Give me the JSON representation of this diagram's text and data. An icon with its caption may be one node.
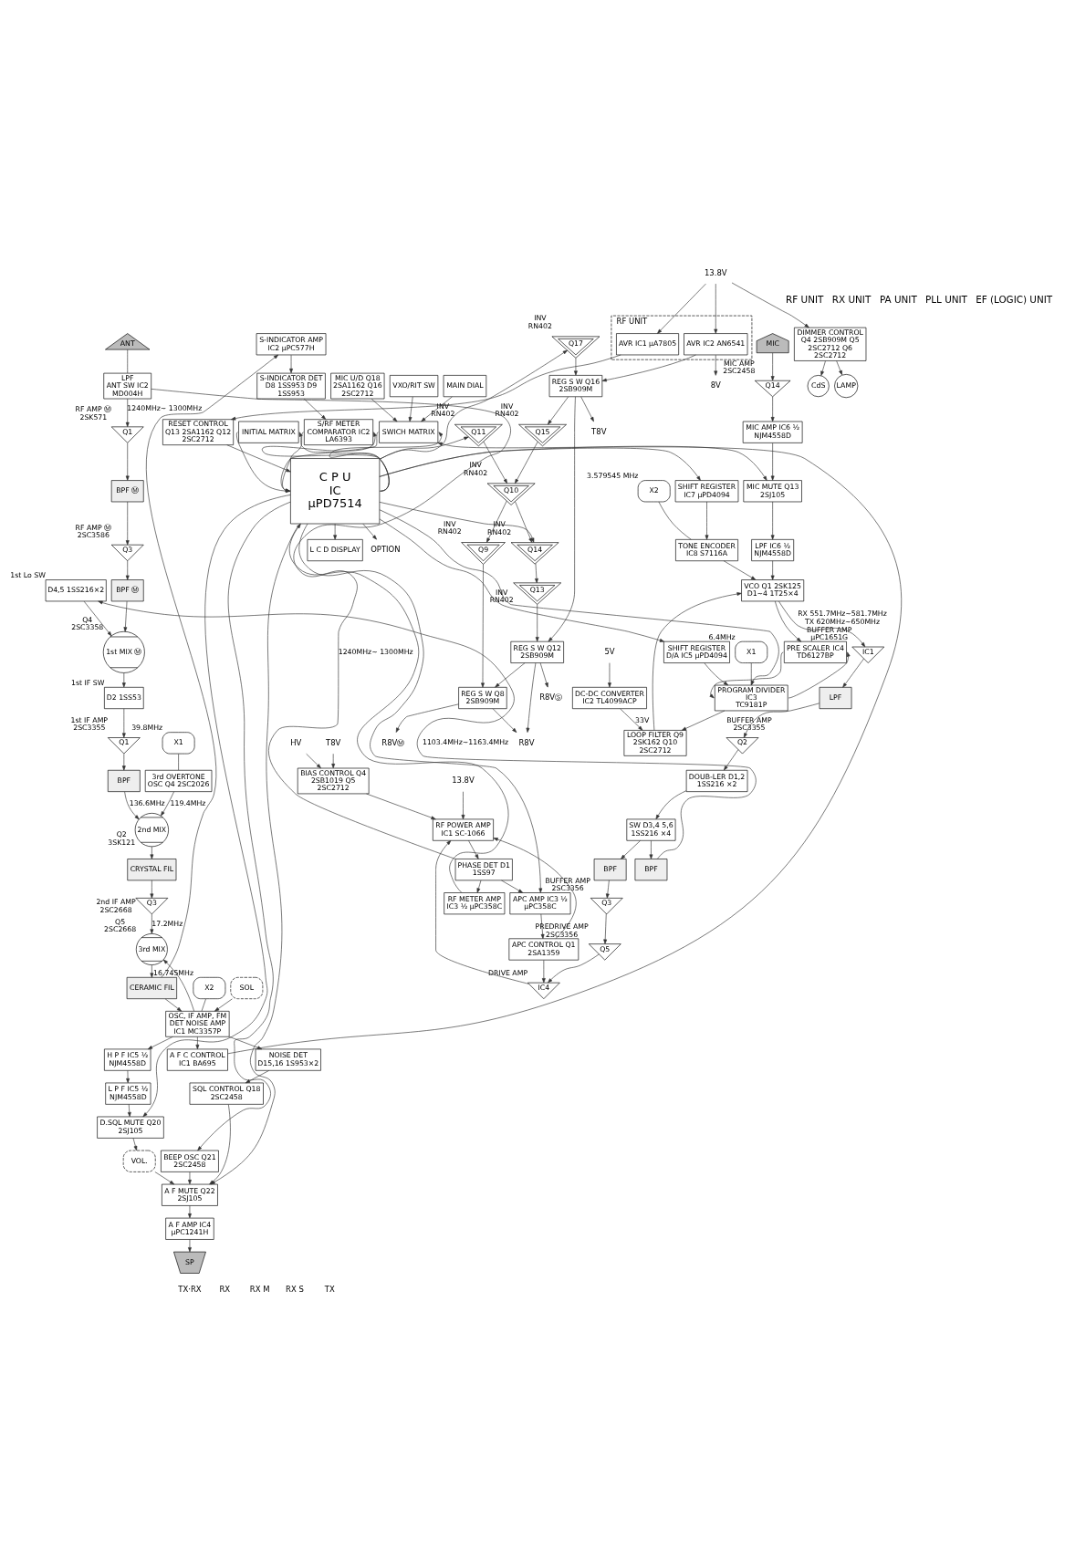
{
  "diagram": {
    "nodes": [
      {
        "text": [
          "ANT"
        ]
      },
      {
        "text": [
          "LPF",
          "ANT SW IC2 MD004H"
        ]
      },
      {
        "text": [
          "Q1"
        ],
        "beside": [
          "RF AMP Ⓜ",
          "2SK571"
        ]
      },
      {
        "text": [
          "BPF Ⓜ"
        ]
      },
      {
        "text": [
          "Q3"
        ],
        "beside": [
          "RF AMP Ⓜ",
          "2SC3586"
        ]
      },
      {
        "text": [
          "BPF Ⓜ"
        ]
      },
      {
        "text": [
          "1st MIX Ⓜ"
        ],
        "beside": [
          "Q4",
          "2SC3358"
        ]
      },
      {
        "text": [
          "D4,5 1SS216×2"
        ],
        "beside": [
          "1st Lo SW"
        ]
      },
      {
        "text": [
          "D2 1SS53"
        ],
        "beside": [
          "1st IF SW"
        ]
      },
      {
        "text": [
          "Q1"
        ],
        "beside": [
          "1st IF AMP",
          "2SC3355"
        ]
      },
      {
        "text": [
          "BPF"
        ]
      },
      {
        "text": [
          "2nd MIX"
        ],
        "beside": [
          "Q2",
          "3SK121"
        ]
      },
      {
        "text": [
          "3rd OVERTONE OSC Q4 2SC2026"
        ]
      },
      {
        "text": [
          "X1"
        ],
        "beside": [
          "39.8MHz"
        ]
      },
      {
        "text": [
          "CRYSTAL FIL"
        ]
      },
      {
        "text": [
          "Q3"
        ],
        "beside": [
          "2nd IF AMP",
          "2SC2668"
        ]
      },
      {
        "text": [
          "3rd MIX"
        ],
        "beside": [
          "Q5",
          "2SC2668"
        ]
      },
      {
        "text": [
          "CERAMIC FIL"
        ]
      },
      {
        "text": [
          "OSC, IF AMP, FM DET NOISE AMP IC1 MC3357P"
        ]
      },
      {
        "text": [
          "X2"
        ],
        "beside": [
          "16.745MHz"
        ]
      },
      {
        "text": [
          "S-INDICATOR AMP IC2 μPC577H"
        ]
      },
      {
        "text": [
          "S-INDICATOR DET D8 1SS953 D9 1SS953"
        ]
      },
      {
        "text": [
          "H P F IC5 ½ NJM4558D"
        ]
      },
      {
        "text": [
          "L P F IC5 ½ NJM4558D"
        ]
      },
      {
        "text": [
          "D.SQL MUTE Q20 2SJ105"
        ]
      },
      {
        "text": [
          "VOL."
        ]
      },
      {
        "text": [
          "A F MUTE Q22 2SJ105"
        ]
      },
      {
        "text": [
          "A F AMP IC4 μPC1241H"
        ]
      },
      {
        "text": [
          "SP"
        ]
      },
      {
        "text": [
          "SOL"
        ]
      },
      {
        "text": [
          "NOISE DET D15,16 1S953×2"
        ]
      },
      {
        "text": [
          "SQL CONTROL Q18 2SC2458"
        ]
      },
      {
        "text": [
          "BEEP OSC Q21 2SC2458"
        ]
      },
      {
        "text": [
          "HV"
        ]
      },
      {
        "text": [
          "T8V"
        ]
      },
      {
        "text": [
          "BIAS CONTROL Q4 2SB1019 Q5 2SC2712"
        ]
      },
      {
        "text": [
          "PHASE DET D1 1SS97"
        ]
      },
      {
        "text": [
          "RF POWER AMP IC1 SC-1066"
        ]
      },
      {
        "text": [
          "13.8V"
        ]
      },
      {
        "text": [
          "APC CONTROL Q1 2SA1359"
        ]
      },
      {
        "text": [
          "APC AMP IC3 ½ μPC358C"
        ]
      },
      {
        "text": [
          "RF METER AMP IC3 ½ μPC358C"
        ]
      },
      {
        "text": [
          "IC4"
        ],
        "beside": [
          "DRIVE AMP"
        ]
      },
      {
        "text": [
          "Q5"
        ],
        "beside": [
          "PREDRIVE AMP",
          "2SC3356"
        ]
      },
      {
        "text": [
          "Q3"
        ],
        "beside": [
          "BUFFER AMP",
          "2SC3356"
        ]
      },
      {
        "text": [
          "BPF"
        ]
      },
      {
        "text": [
          "BPF"
        ]
      },
      {
        "text": [
          "SW D3,4 5,6 1SS216 ×4"
        ]
      },
      {
        "text": [
          "DOUB-LER D1,2 1SS216 ×2"
        ]
      },
      {
        "text": [
          "Q2"
        ],
        "beside": [
          "BUFFER AMP",
          "2SC3355"
        ]
      },
      {
        "text": [
          "LPF"
        ]
      },
      {
        "text": [
          "IC1"
        ],
        "beside": [
          "BUFFER AMP",
          "μPC1651G"
        ]
      },
      {
        "text": [
          "MIC"
        ]
      },
      {
        "text": [
          "Q14"
        ],
        "beside": [
          "MIC AMP",
          "2SC2458"
        ]
      },
      {
        "text": [
          "MIC AMP IC6 ½ NJM4558D"
        ]
      },
      {
        "text": [
          "MIC MUTE Q13 2SJ105"
        ]
      },
      {
        "text": [
          "LPF IC6 ½ NJM4558D"
        ]
      },
      {
        "text": [
          "VCO Q1 2SK125 D1~4 1T25×4"
        ]
      },
      {
        "text": [
          "LOOP FILTER Q9 2SK162 Q10 2SC2712"
        ]
      },
      {
        "text": [
          "TONE ENCODER IC8 S7116A"
        ]
      },
      {
        "text": [
          "X2"
        ],
        "beside": [
          "3.579545 MHz"
        ]
      },
      {
        "text": [
          "SHIFT REGISTER IC7 μPD4094"
        ]
      },
      {
        "text": [
          "DC-DC CONVERTER IC2 TL4099ACP"
        ]
      },
      {
        "text": [
          "5V"
        ]
      },
      {
        "text": [
          "PRE SCALER IC4 TD6127BP"
        ]
      },
      {
        "text": [
          "PROGRAM DIVIDER",
          "IC3",
          "TC9181P"
        ]
      },
      {
        "text": [
          "X1"
        ],
        "beside": [
          "6.4MHz"
        ]
      },
      {
        "text": [
          "SHIFT REGISTER D/A IC5 μPD4094"
        ]
      },
      {
        "text": [
          "S/RF METER COMPARATOR IC2 LA6393"
        ]
      },
      {
        "text": [
          "C P U",
          "IC",
          "μPD7514"
        ]
      },
      {
        "text": [
          "OPTION"
        ]
      },
      {
        "text": [
          "RESET CONTROL Q13 2SA1162 Q12 2SC2712"
        ]
      },
      {
        "text": [
          "L C D DISPLAY"
        ]
      },
      {
        "text": [
          "MAIN DIAL"
        ]
      },
      {
        "text": [
          "A F C CONTROL IC1 BA695"
        ]
      },
      {
        "text": [
          "DIMMER CONTROL Q4 2SB909M Q5 2SC2712 Q6 2SC2712"
        ]
      },
      {
        "text": [
          "LAMP"
        ]
      },
      {
        "text": [
          "CdS"
        ]
      },
      {
        "text": [
          "SWICH MATRIX"
        ]
      },
      {
        "text": [
          "INITIAL MATRIX"
        ]
      },
      {
        "text": [
          "MIC U/D Q18 2SA1162 Q16 2SC2712"
        ]
      },
      {
        "text": [
          "VXO/RIT SW"
        ]
      },
      {
        "text": [
          "REG S W Q8 2SB909M"
        ]
      },
      {
        "text": [
          "REG S W Q12 2SB909M"
        ]
      },
      {
        "text": [
          "REG S W Q16 2SB909M"
        ]
      },
      {
        "text": [
          "R8V"
        ]
      },
      {
        "text": [
          "R8VⓂ"
        ]
      },
      {
        "text": [
          "R8VⓈ"
        ]
      },
      {
        "text": [
          "T8V"
        ]
      },
      {
        "text": [
          "8V"
        ]
      },
      {
        "text": [
          "Q15"
        ],
        "beside": [
          "INV",
          "RN402"
        ]
      },
      {
        "text": [
          "Q9"
        ],
        "beside": [
          "INV",
          "RN402"
        ]
      },
      {
        "text": [
          "Q10"
        ],
        "beside": [
          "INV",
          "RN402"
        ]
      },
      {
        "text": [
          "Q11"
        ],
        "beside": [
          "INV",
          "RN402"
        ]
      },
      {
        "text": [
          "Q13"
        ],
        "beside": [
          "INV",
          "RN402"
        ]
      },
      {
        "text": [
          "Q14"
        ],
        "beside": [
          "INV",
          "RN402"
        ]
      },
      {
        "text": [
          "Q17"
        ],
        "beside": [
          "INV",
          "RN402"
        ]
      },
      {
        "text": [
          "RF UNIT"
        ]
      },
      {
        "text": [
          "AVR IC2 AN6541"
        ],
        "in": 97
      },
      {
        "text": [
          "AVR IC1 μA7805"
        ],
        "in": 97
      },
      {
        "text": [
          "13.8V"
        ]
      }
    ],
    "edges": [
      {
        "from": 0,
        "to": 1,
        "arrow": "none"
      },
      {
        "from": 1,
        "to": 2,
        "arrow": "to",
        "label": "1240MHz~ 1300MHz"
      },
      {
        "from": 2,
        "to": 3,
        "arrow": "to"
      },
      {
        "from": 3,
        "to": 4,
        "arrow": "to"
      },
      {
        "from": 4,
        "to": 5,
        "arrow": "to"
      },
      {
        "from": 5,
        "to": 6,
        "arrow": "to"
      },
      {
        "from": 7,
        "to": 6,
        "arrow": "to"
      },
      {
        "from": 6,
        "to": 8,
        "arrow": "to"
      },
      {
        "from": 8,
        "to": 9,
        "arrow": "to"
      },
      {
        "from": 9,
        "to": 10,
        "arrow": "to"
      },
      {
        "from": 10,
        "to": 11,
        "arrow": "to",
        "label": "136.6MHz"
      },
      {
        "from": 12,
        "to": 11,
        "arrow": "to",
        "label": "119.4MHz"
      },
      {
        "from": 13,
        "to": 12,
        "arrow": "none"
      },
      {
        "from": 11,
        "to": 14,
        "arrow": "to"
      },
      {
        "from": 14,
        "to": 15,
        "arrow": "to"
      },
      {
        "from": 15,
        "to": 16,
        "arrow": "to",
        "label": "17.2MHz"
      },
      {
        "from": 18,
        "to": 16,
        "arrow": "to"
      },
      {
        "from": 16,
        "to": 17,
        "arrow": "to"
      },
      {
        "from": 17,
        "to": 18,
        "arrow": "to"
      },
      {
        "from": 17,
        "to": 20,
        "arrow": "to"
      },
      {
        "from": 19,
        "to": 18,
        "arrow": "none"
      },
      {
        "from": 20,
        "to": 21,
        "arrow": "to"
      },
      {
        "from": 18,
        "to": 22,
        "arrow": "to"
      },
      {
        "from": 22,
        "to": 23,
        "arrow": "to"
      },
      {
        "from": 23,
        "to": 24,
        "arrow": "to"
      },
      {
        "from": 24,
        "to": 25,
        "arrow": "to"
      },
      {
        "from": 25,
        "to": 26,
        "arrow": "to"
      },
      {
        "from": 26,
        "to": 27,
        "arrow": "to"
      },
      {
        "from": 27,
        "to": 28,
        "arrow": "to"
      },
      {
        "from": 29,
        "to": 18,
        "arrow": "to"
      },
      {
        "from": 18,
        "to": 30,
        "arrow": "to"
      },
      {
        "from": 30,
        "to": 31,
        "arrow": "to"
      },
      {
        "from": 31,
        "to": 26,
        "arrow": "to"
      },
      {
        "from": 32,
        "to": 26,
        "arrow": "to"
      },
      {
        "from": 69,
        "to": 32,
        "arrow": "to"
      },
      {
        "from": 69,
        "to": 26,
        "arrow": "to"
      },
      {
        "from": 69,
        "to": 24,
        "arrow": "to"
      },
      {
        "from": 33,
        "to": 35,
        "arrow": "to"
      },
      {
        "from": 34,
        "to": 35,
        "arrow": "to"
      },
      {
        "from": 35,
        "to": 37,
        "arrow": "to"
      },
      {
        "from": 38,
        "to": 37,
        "arrow": "to"
      },
      {
        "from": 39,
        "to": 37,
        "arrow": "to"
      },
      {
        "from": 39,
        "to": 42,
        "arrow": "to"
      },
      {
        "from": 40,
        "to": 39,
        "arrow": "to"
      },
      {
        "from": 36,
        "to": 40,
        "arrow": "to"
      },
      {
        "from": 36,
        "to": 41,
        "arrow": "to"
      },
      {
        "from": 69,
        "to": 40,
        "arrow": "to"
      },
      {
        "from": 37,
        "to": 36,
        "arrow": "to"
      },
      {
        "from": 36,
        "to": 1,
        "arrow": "none",
        "label": "1240MHz~ 1300MHz"
      },
      {
        "from": 42,
        "to": 37,
        "arrow": "to"
      },
      {
        "from": 43,
        "to": 42,
        "arrow": "to"
      },
      {
        "from": 44,
        "to": 43,
        "arrow": "to"
      },
      {
        "from": 46,
        "to": 44,
        "arrow": "to"
      },
      {
        "from": 47,
        "to": 45,
        "arrow": "to"
      },
      {
        "from": 47,
        "to": 46,
        "arrow": "to"
      },
      {
        "from": 48,
        "to": 47,
        "arrow": "to"
      },
      {
        "from": 49,
        "to": 48,
        "arrow": "to"
      },
      {
        "from": 50,
        "to": 49,
        "arrow": "to"
      },
      {
        "from": 51,
        "to": 50,
        "arrow": "to"
      },
      {
        "from": 57,
        "to": 51,
        "arrow": "to",
        "label": "RX 551.7MHz~581.7MHz TX 620MHz~650MHz"
      },
      {
        "from": 45,
        "to": 7,
        "arrow": "to",
        "label": "1103.4MHz~1163.4MHz"
      },
      {
        "from": 52,
        "to": 53,
        "arrow": "to"
      },
      {
        "from": 53,
        "to": 54,
        "arrow": "to"
      },
      {
        "from": 54,
        "to": 55,
        "arrow": "to"
      },
      {
        "from": 55,
        "to": 56,
        "arrow": "to"
      },
      {
        "from": 56,
        "to": 57,
        "arrow": "to"
      },
      {
        "from": 69,
        "to": 55,
        "arrow": "to"
      },
      {
        "from": 59,
        "to": 57,
        "arrow": "to"
      },
      {
        "from": 58,
        "to": 57,
        "arrow": "to"
      },
      {
        "from": 60,
        "to": 59,
        "arrow": "none"
      },
      {
        "from": 61,
        "to": 59,
        "arrow": "to"
      },
      {
        "from": 69,
        "to": 61,
        "arrow": "to"
      },
      {
        "from": 62,
        "to": 58,
        "arrow": "to",
        "label": "33V"
      },
      {
        "from": 63,
        "to": 62,
        "arrow": "to"
      },
      {
        "from": 57,
        "to": 64,
        "arrow": "to"
      },
      {
        "from": 64,
        "to": 65,
        "arrow": "to"
      },
      {
        "from": 65,
        "to": 64,
        "arrow": "to"
      },
      {
        "from": 65,
        "to": 58,
        "arrow": "to"
      },
      {
        "from": 69,
        "to": 65,
        "arrow": "to"
      },
      {
        "from": 67,
        "to": 65,
        "arrow": "to"
      },
      {
        "from": 66,
        "to": 65,
        "arrow": "none"
      },
      {
        "from": 69,
        "to": 67,
        "arrow": "to"
      },
      {
        "from": 41,
        "to": 69,
        "arrow": "to"
      },
      {
        "from": 21,
        "to": 68,
        "arrow": "to"
      },
      {
        "from": 68,
        "to": 69,
        "arrow": "to"
      },
      {
        "from": 69,
        "to": 68,
        "arrow": "to"
      },
      {
        "from": 69,
        "to": 70,
        "arrow": "to"
      },
      {
        "from": 71,
        "to": 69,
        "arrow": "to"
      },
      {
        "from": 99,
        "to": 71,
        "arrow": "to"
      },
      {
        "from": 69,
        "to": 72,
        "arrow": "to"
      },
      {
        "from": 74,
        "to": 78,
        "arrow": "to"
      },
      {
        "from": 73,
        "to": 78,
        "arrow": "to"
      },
      {
        "from": 18,
        "to": 74,
        "arrow": "to"
      },
      {
        "from": 100,
        "to": 98,
        "arrow": "to"
      },
      {
        "from": 100,
        "to": 99,
        "arrow": "to"
      },
      {
        "from": 100,
        "to": 75,
        "arrow": "to"
      },
      {
        "from": 75,
        "to": 76,
        "arrow": "to"
      },
      {
        "from": 75,
        "to": 77,
        "arrow": "to"
      },
      {
        "from": 78,
        "to": 69,
        "arrow": "to"
      },
      {
        "from": 69,
        "to": 78,
        "arrow": "to"
      },
      {
        "from": 79,
        "to": 69,
        "arrow": "to"
      },
      {
        "from": 69,
        "to": 79,
        "arrow": "to"
      },
      {
        "from": 80,
        "to": 78,
        "arrow": "to"
      },
      {
        "from": 81,
        "to": 78,
        "arrow": "to"
      },
      {
        "from": 98,
        "to": 89,
        "arrow": "to"
      },
      {
        "from": 98,
        "to": 84,
        "arrow": "to"
      },
      {
        "from": 84,
        "to": 88,
        "arrow": "to"
      },
      {
        "from": 84,
        "to": 83,
        "arrow": "to"
      },
      {
        "from": 83,
        "to": 82,
        "arrow": "to"
      },
      {
        "from": 84,
        "to": 90,
        "arrow": "to"
      },
      {
        "from": 90,
        "to": 92,
        "arrow": "to"
      },
      {
        "from": 93,
        "to": 92,
        "arrow": "to"
      },
      {
        "from": 92,
        "to": 91,
        "arrow": "to"
      },
      {
        "from": 92,
        "to": 95,
        "arrow": "to"
      },
      {
        "from": 91,
        "to": 82,
        "arrow": "to"
      },
      {
        "from": 95,
        "to": 94,
        "arrow": "to"
      },
      {
        "from": 94,
        "to": 83,
        "arrow": "to"
      },
      {
        "from": 96,
        "to": 84,
        "arrow": "to"
      },
      {
        "from": 69,
        "to": 93,
        "arrow": "to"
      },
      {
        "from": 69,
        "to": 95,
        "arrow": "to"
      },
      {
        "from": 69,
        "to": 96,
        "arrow": "to"
      },
      {
        "from": 82,
        "to": 86,
        "arrow": "to"
      },
      {
        "from": 82,
        "to": 85,
        "arrow": "to"
      },
      {
        "from": 83,
        "to": 87,
        "arrow": "to"
      },
      {
        "from": 83,
        "to": 85,
        "arrow": "to"
      }
    ],
    "labels": [
      "RF UNIT",
      "RX UNIT",
      "PA UNIT",
      "PLL UNIT",
      "EF (LOGIC) UNIT"
    ],
    "legend": [
      {
        "text": "TX·RX"
      },
      {
        "text": "RX"
      },
      {
        "text": "RX M"
      },
      {
        "text": "RX S"
      },
      {
        "text": "TX"
      }
    ]
  }
}
